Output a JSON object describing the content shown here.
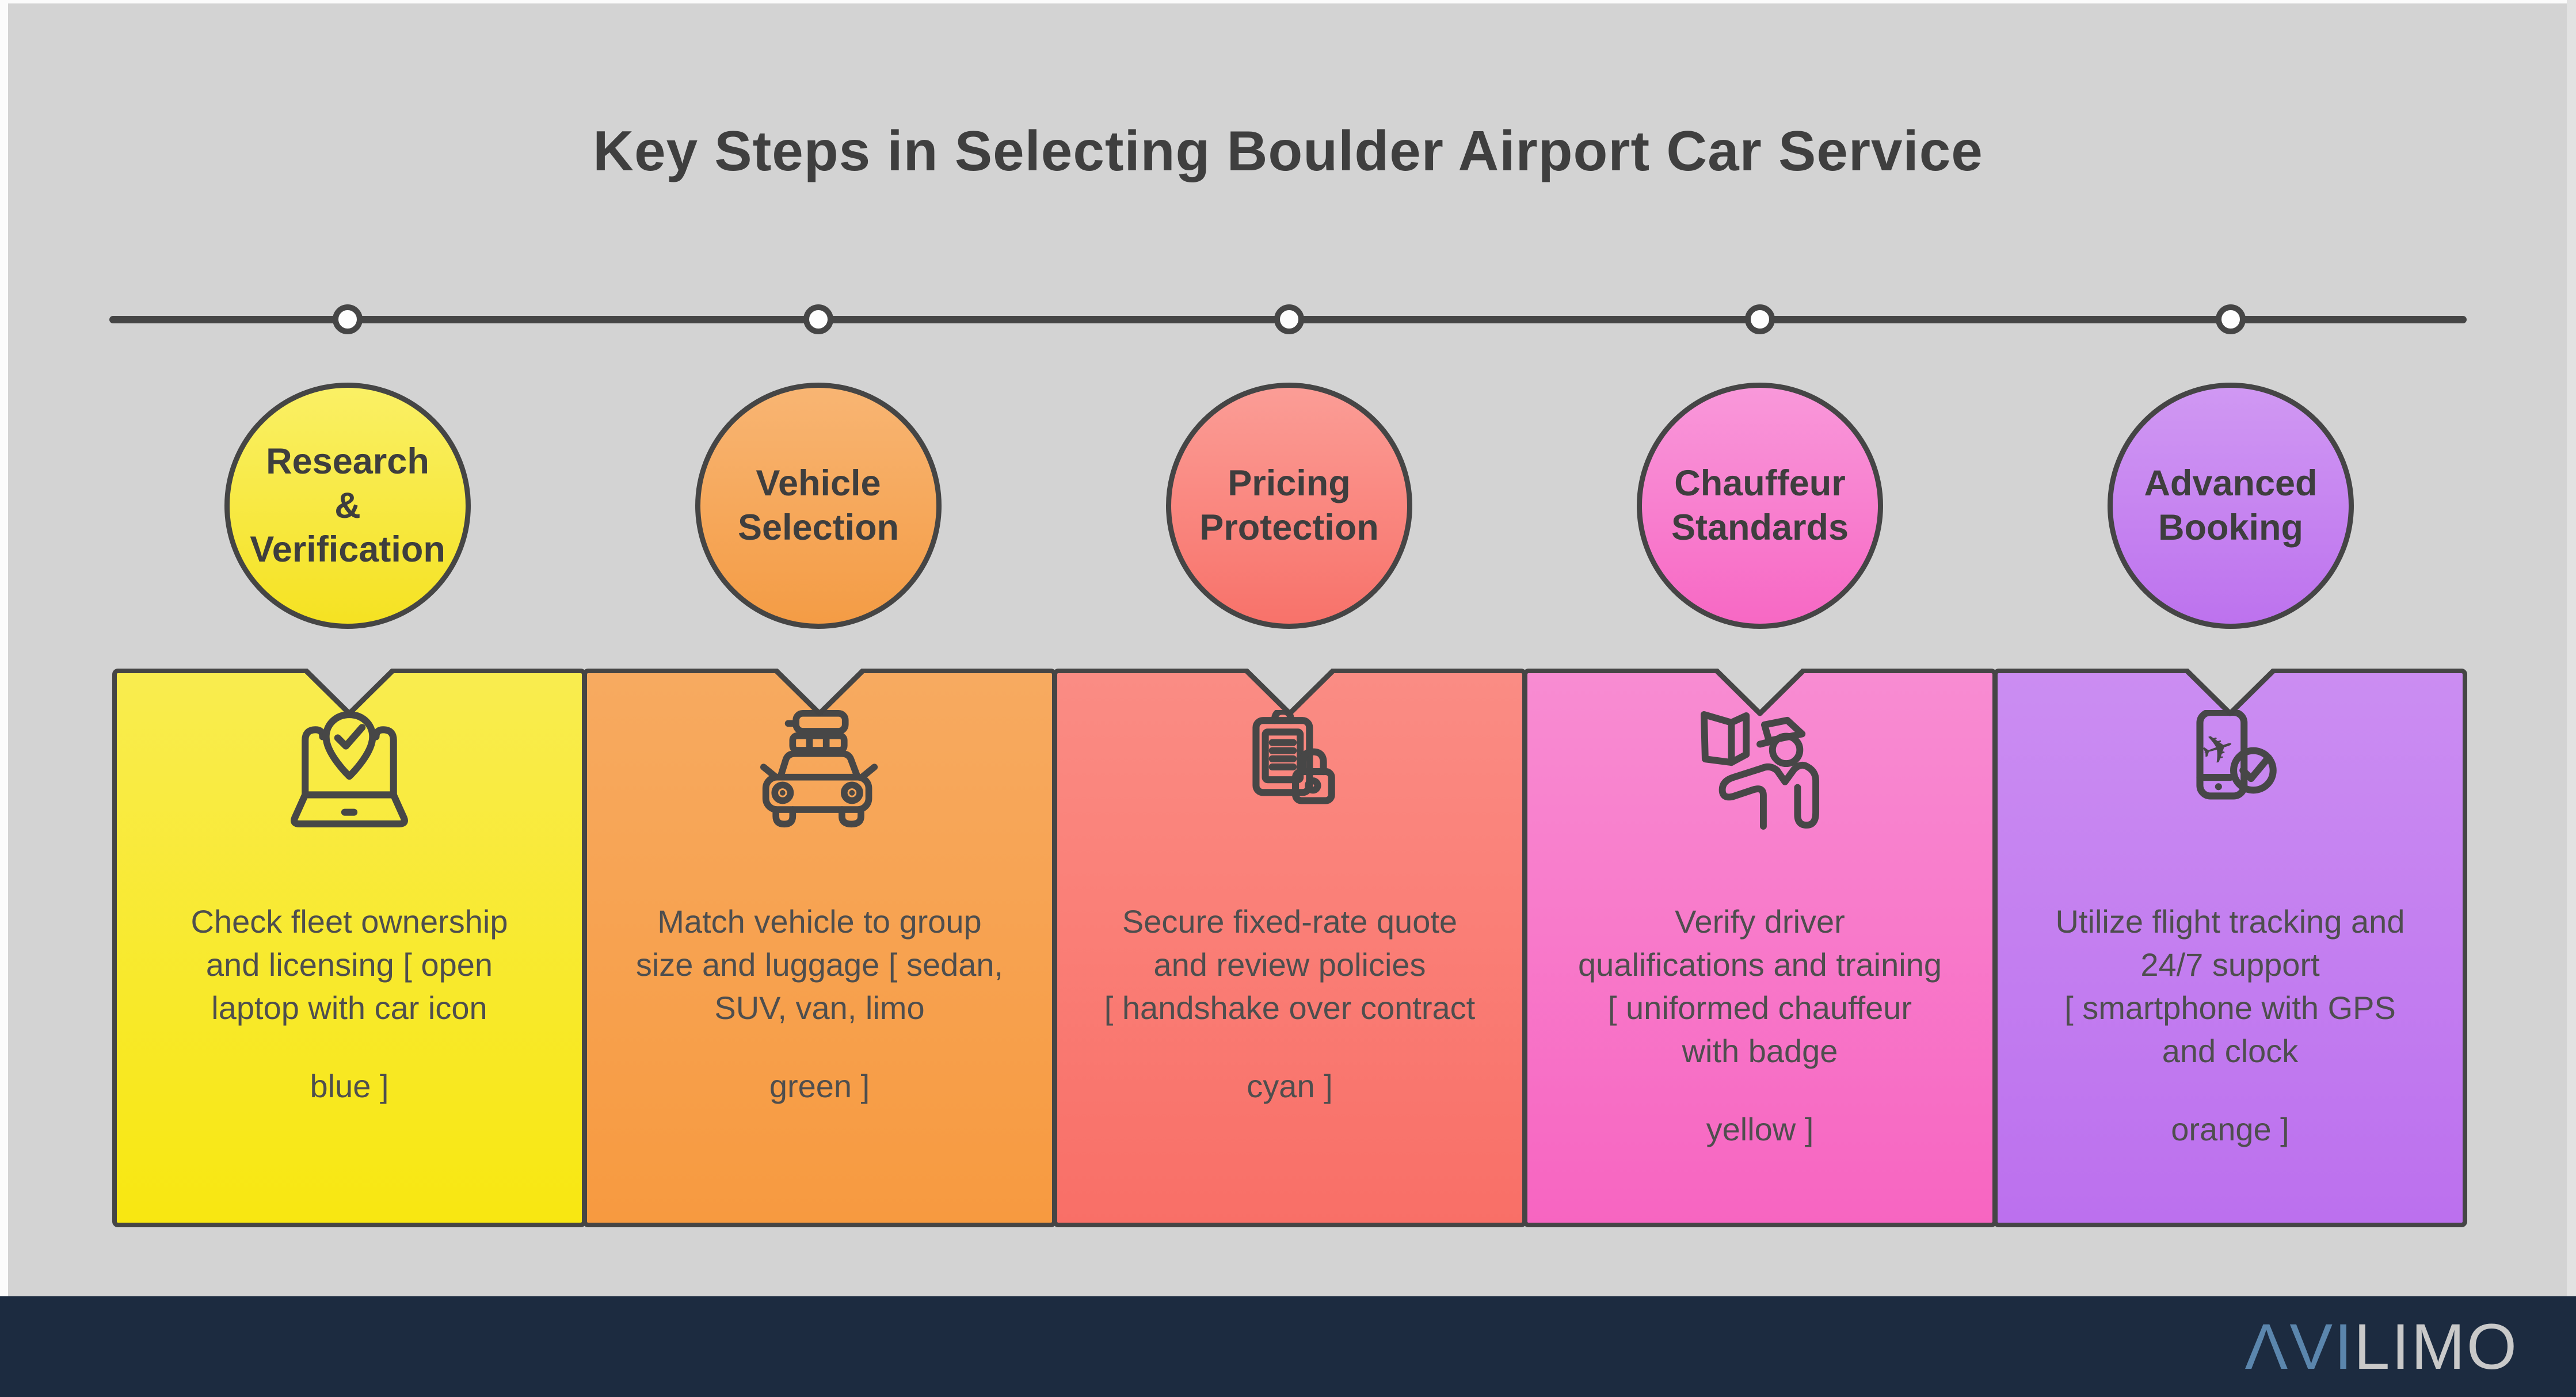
{
  "title": "Key Steps in Selecting Boulder Airport Car Service",
  "colors": {
    "bg": "#d3d3d3",
    "line": "#454545",
    "title_text": "#3f3f3f",
    "circle_text": "#3e3e3e",
    "card_text": "#4e4e4e",
    "node_fill": "#fdfdfd",
    "icon_stroke": "#474747",
    "footer_bg": "#1c2b40",
    "logo_blue": "#5b86ad",
    "logo_gray": "#c9c9c9"
  },
  "footer": {
    "logo_prefix": "ΛVI",
    "logo_suffix": "LIMO"
  },
  "steps": [
    {
      "label": "Research\n&\nVerification",
      "description": "Check fleet ownership\nand licensing [ open\nlaptop with car icon",
      "color_tag": "blue ]",
      "icon": "laptop-location-check-icon",
      "colors": {
        "circle_top": "#faf065",
        "circle_bottom": "#f5e222",
        "card_top": "#f9ec4f",
        "card_bottom": "#f8e711"
      }
    },
    {
      "label": "Vehicle\nSelection",
      "description": "Match vehicle to group\nsize and luggage [ sedan,\nSUV, van, limo",
      "color_tag": "green ]",
      "icon": "car-luggage-icon",
      "colors": {
        "circle_top": "#f8b573",
        "circle_bottom": "#f49c45",
        "card_top": "#f7aa60",
        "card_bottom": "#f79a40"
      }
    },
    {
      "label": "Pricing\nProtection",
      "description": "Secure fixed-rate quote\nand review policies\n[ handshake over contract",
      "color_tag": "cyan ]",
      "icon": "clipboard-lock-icon",
      "colors": {
        "circle_top": "#fb9d96",
        "circle_bottom": "#f8726a",
        "card_top": "#fa8c84",
        "card_bottom": "#f96f67"
      }
    },
    {
      "label": "Chauffeur\nStandards",
      "description": "Verify driver\nqualifications and training\n[ uniformed chauffeur\nwith badge",
      "color_tag": "yellow ]",
      "icon": "chauffeur-badge-icon",
      "colors": {
        "circle_top": "#f998da",
        "circle_bottom": "#f768c4",
        "card_top": "#f88cd2",
        "card_bottom": "#f765c1"
      }
    },
    {
      "label": "Advanced\nBooking",
      "description": "Utilize flight tracking and\n24/7 support\n[ smartphone with GPS\nand clock",
      "color_tag": "orange ]",
      "icon": "phone-flight-check-icon",
      "colors": {
        "circle_top": "#d098f3",
        "circle_bottom": "#bd72ee",
        "card_top": "#cb8df2",
        "card_bottom": "#bc70ee"
      }
    }
  ]
}
